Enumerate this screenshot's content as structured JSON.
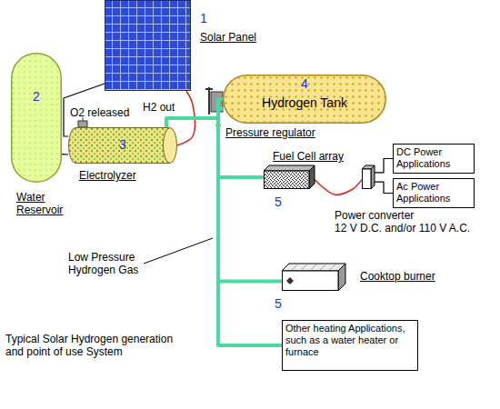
{
  "diagram": {
    "nodes": [
      {
        "text": [
          "1",
          "Solar Panel"
        ]
      },
      {
        "text": [
          "2",
          "Water Reservoir"
        ]
      },
      {
        "text": [
          "3",
          "Electrolyzer"
        ]
      },
      {
        "text": [
          "4",
          "Hydrogen Tank"
        ]
      },
      {
        "text": [
          "Fuel Cell array",
          "5"
        ]
      },
      {
        "text": [
          "Power converter",
          "12 V D.C. and/or 110 V A.C."
        ]
      },
      {
        "text": [
          "DC Power Applications"
        ]
      },
      {
        "text": [
          "Ac Power Applications"
        ]
      },
      {
        "text": [
          "Cooktop burner",
          "5"
        ]
      },
      {
        "text": [
          "Other heating Applications, such as a water heater or furnace"
        ]
      }
    ],
    "edges": [
      {
        "from": 0,
        "to": 2,
        "arrow": "none"
      },
      {
        "from": 0,
        "to": 2,
        "arrow": "none"
      },
      {
        "from": 1,
        "to": 2,
        "arrow": "none"
      },
      {
        "from": 2,
        "to": 3,
        "arrow": "none"
      },
      {
        "from": 3,
        "to": 4,
        "arrow": "none"
      },
      {
        "from": 3,
        "to": 8,
        "arrow": "none"
      },
      {
        "from": 3,
        "to": 9,
        "arrow": "none"
      },
      {
        "from": 4,
        "to": 5,
        "arrow": "none"
      },
      {
        "from": 5,
        "to": 6,
        "arrow": "none"
      },
      {
        "from": 5,
        "to": 7,
        "arrow": "none"
      }
    ],
    "labels": [
      "O2 released",
      "H2 out",
      "Pressure regulator",
      "Low Pressure Hydrogen Gas",
      "Typical Solar Hydrogen generation and point of use System"
    ]
  }
}
